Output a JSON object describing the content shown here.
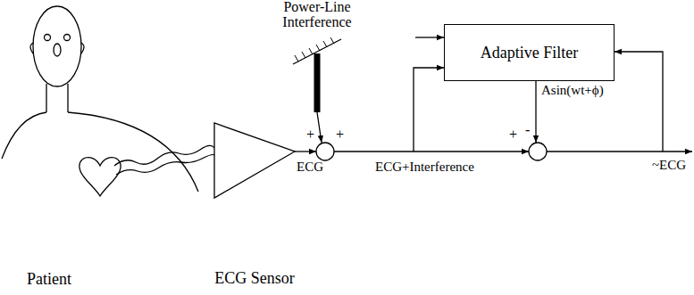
{
  "diagram": {
    "nodes": [
      {
        "text": [
          "ECG Sensor"
        ]
      },
      {
        "text": [
          "Adaptive Filter"
        ]
      }
    ],
    "labels": [
      "Power-Line Interference",
      "+",
      "+",
      "ECG",
      "ECG+Interference",
      "+",
      "-",
      "Asin(wt+ϕ)",
      "~ECG",
      "Patient"
    ]
  }
}
